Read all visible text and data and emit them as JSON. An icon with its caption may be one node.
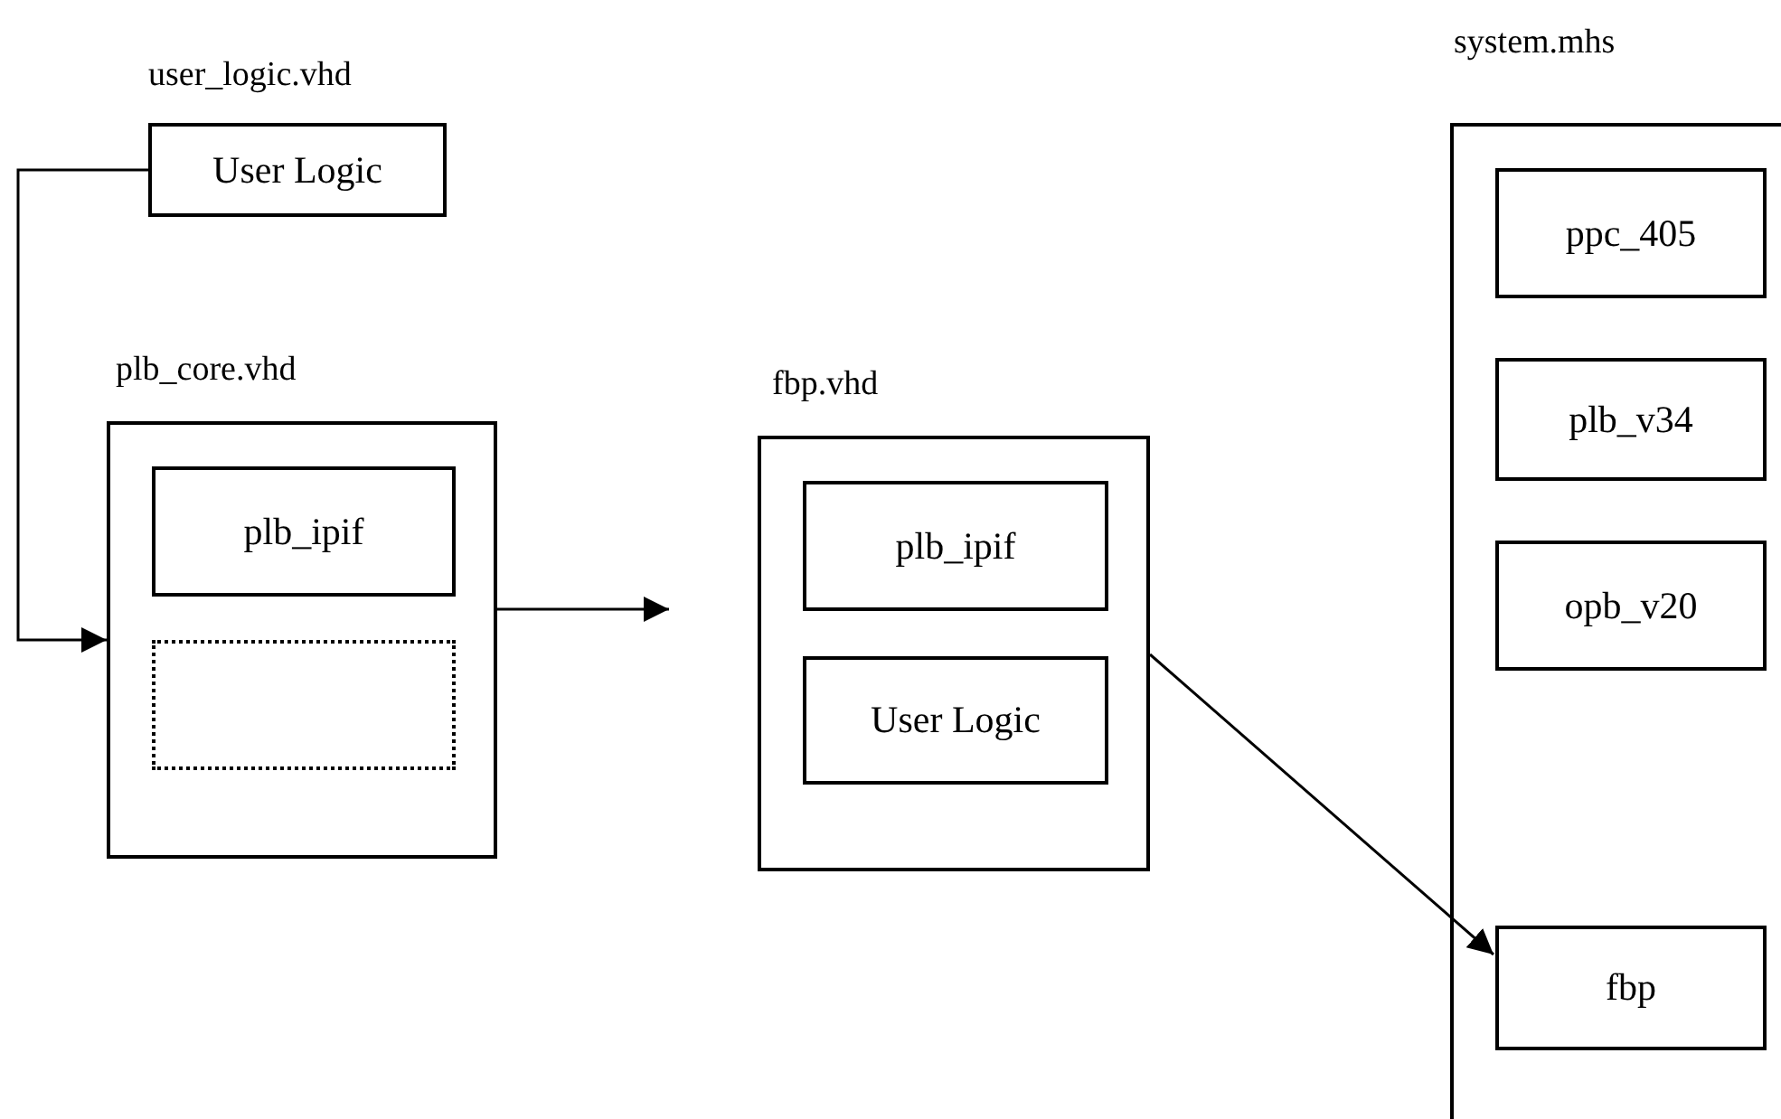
{
  "diagram": {
    "nodes": [
      {
        "text": [
          "user_logic.vhd",
          "User Logic"
        ]
      },
      {
        "text": [
          "plb_core.vhd"
        ]
      },
      {
        "text": [
          "plb_ipif"
        ],
        "in": 1
      },
      {
        "text": [],
        "shape": "box",
        "in": 1
      },
      {
        "text": [
          "fbp.vhd"
        ]
      },
      {
        "text": [
          "plb_ipif"
        ],
        "in": 4
      },
      {
        "text": [
          "User Logic"
        ],
        "in": 4
      },
      {
        "text": [
          "system.mhs"
        ]
      },
      {
        "text": [
          "ppc_405"
        ],
        "in": 7
      },
      {
        "text": [
          "plb_v34"
        ],
        "in": 7
      },
      {
        "text": [
          "opb_v20"
        ],
        "in": 7
      },
      {
        "text": [
          "fbp"
        ],
        "in": 7
      }
    ],
    "edges": [
      {
        "from": 0,
        "to": 1,
        "arrow": "to"
      },
      {
        "from": 1,
        "to": null,
        "arrow": "to"
      },
      {
        "from": 4,
        "to": 11,
        "arrow": "to"
      }
    ]
  }
}
